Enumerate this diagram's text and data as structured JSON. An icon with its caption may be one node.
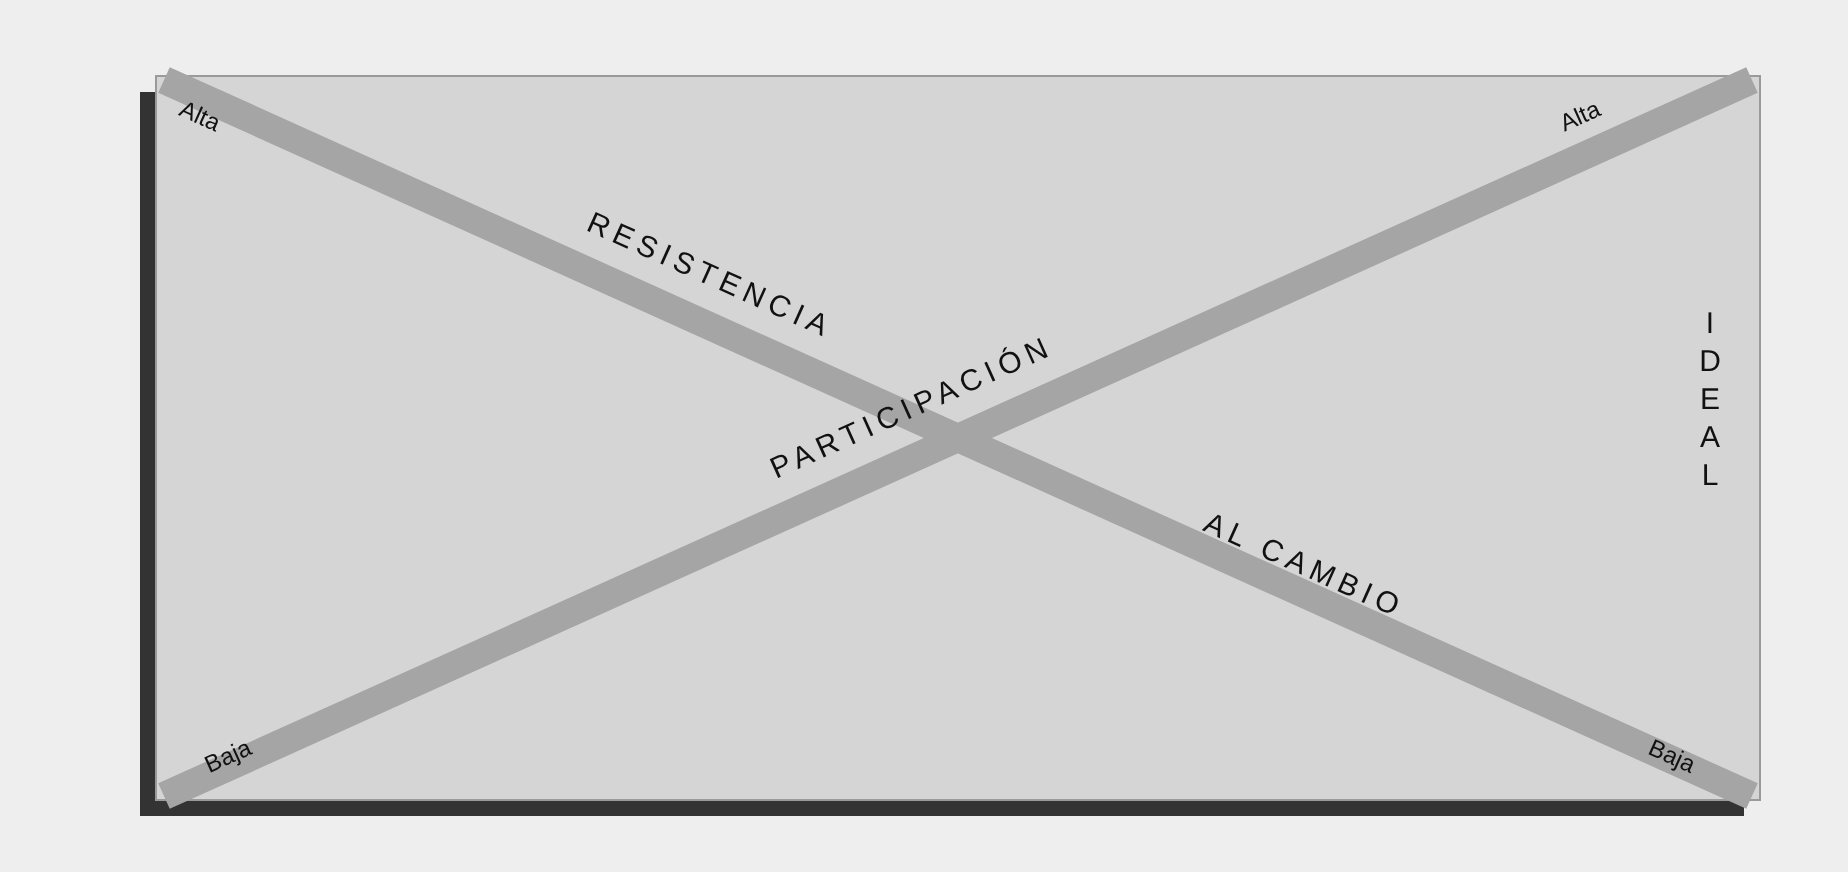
{
  "diagram": {
    "labels": [
      "Alta",
      "Alta",
      "RESISTENCIA",
      "PARTICIPACIÓN",
      "IDEAL",
      "AL CAMBIO",
      "Baja",
      "Baja"
    ]
  }
}
